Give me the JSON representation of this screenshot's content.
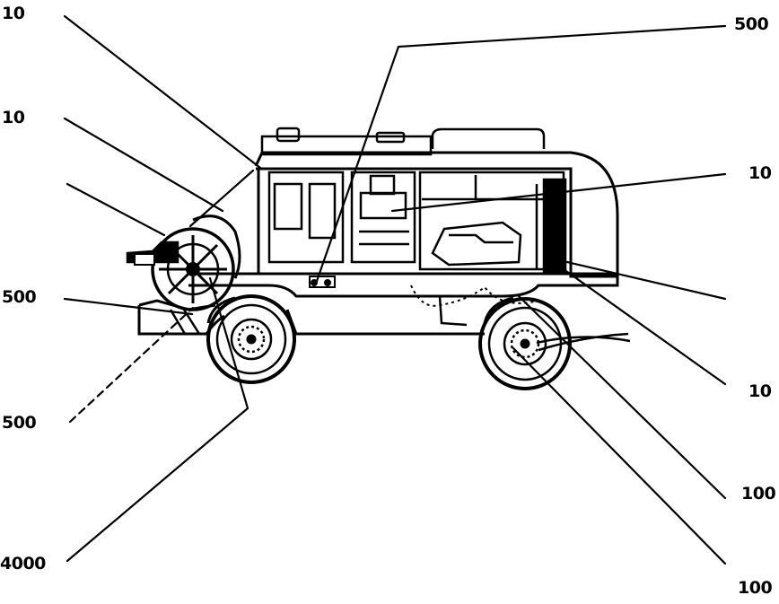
{
  "labels": {
    "l1": "10",
    "l2": "10",
    "l3": "500",
    "l4": "500",
    "l5": "4000",
    "r1": "500",
    "r2": "10",
    "r3": "10",
    "r4": "100",
    "r5": "100"
  },
  "colors": {
    "ink": "#000000",
    "paper": "#ffffff"
  }
}
